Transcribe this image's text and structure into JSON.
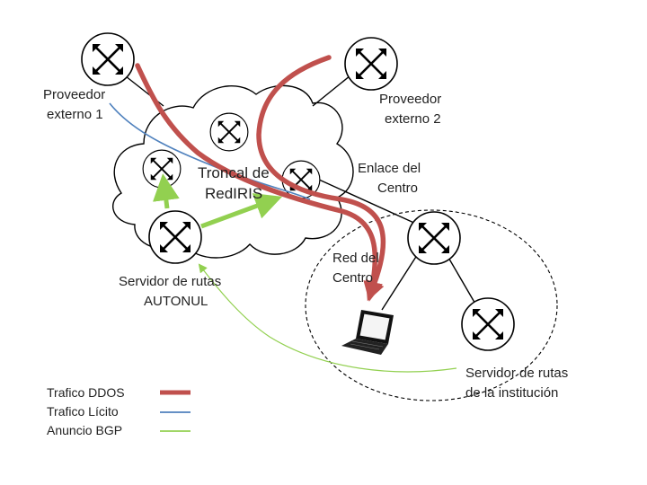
{
  "labels": {
    "proveedor_externo_1": [
      "Proveedor",
      "externo 1"
    ],
    "proveedor_externo_2": [
      "Proveedor",
      "externo 2"
    ],
    "troncal": [
      "Troncal de",
      "RedIRIS"
    ],
    "enlace_centro": [
      "Enlace del",
      "Centro"
    ],
    "red_centro": [
      "Red del",
      "Centro"
    ],
    "servidor_autonul": [
      "Servidor de rutas",
      "AUTONUL"
    ],
    "servidor_institucion": [
      "Servidor de rutas",
      "de la institución"
    ]
  },
  "legend": [
    {
      "label": "Trafico DDOS",
      "color": "#c0504d"
    },
    {
      "label": "Trafico Lícito",
      "color": "#4f81bd"
    },
    {
      "label": "Anuncio BGP",
      "color": "#92d050"
    }
  ],
  "icons": {
    "router": "router-icon",
    "laptop": "laptop-icon"
  }
}
